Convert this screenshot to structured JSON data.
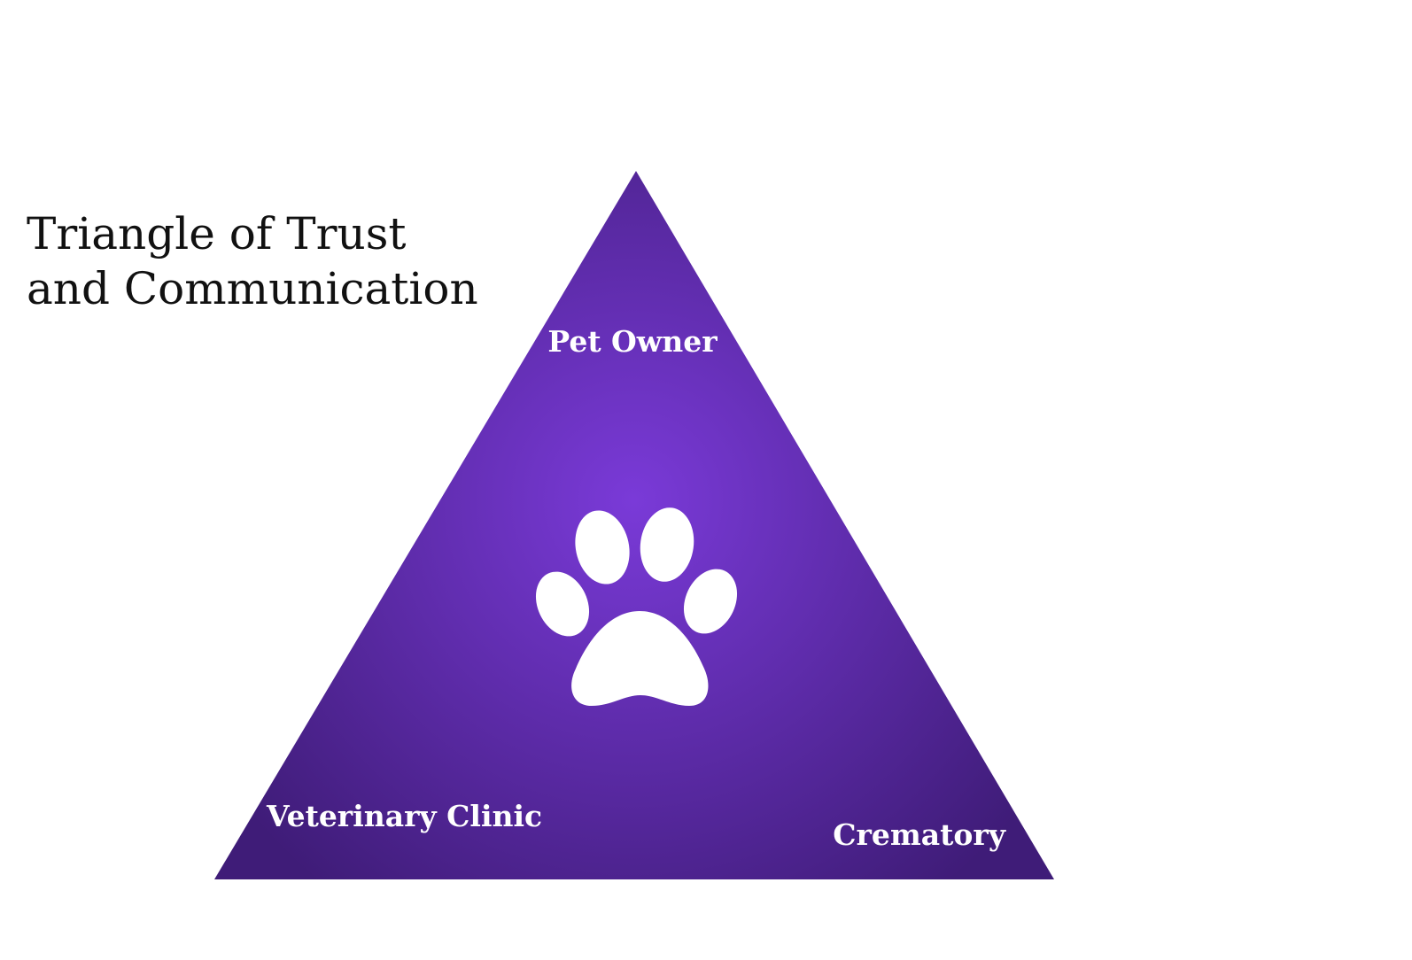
{
  "title": {
    "line1": "Triangle of Trust",
    "line2": "and Communication"
  },
  "triangle": {
    "color_center": "#7a3ad8",
    "color_edge": "#3f1c78",
    "vertices": [
      {
        "label": "Pet Owner"
      },
      {
        "label": "Veterinary Clinic"
      },
      {
        "label": "Crematory"
      }
    ],
    "center_icon": "paw-print-icon"
  }
}
